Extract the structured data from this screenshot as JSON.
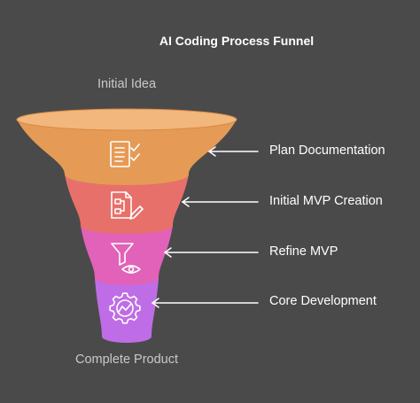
{
  "title": "AI Coding Process Funnel",
  "top_label": "Initial Idea",
  "bottom_label": "Complete Product",
  "stages": [
    {
      "label": "Plan Documentation",
      "color": "#e59b55",
      "icon": "document-checklist-icon"
    },
    {
      "label": "Initial MVP Creation",
      "color": "#e8706b",
      "icon": "document-flowchart-edit-icon"
    },
    {
      "label": "Refine MVP",
      "color": "#e162b8",
      "icon": "filter-eye-icon"
    },
    {
      "label": "Core Development",
      "color": "#bf6de6",
      "icon": "gear-chart-icon"
    }
  ],
  "colors": {
    "background": "#4a4a4a",
    "rim": "#f2b77c",
    "icon_stroke": "#ffffff",
    "arrow": "#ffffff"
  }
}
